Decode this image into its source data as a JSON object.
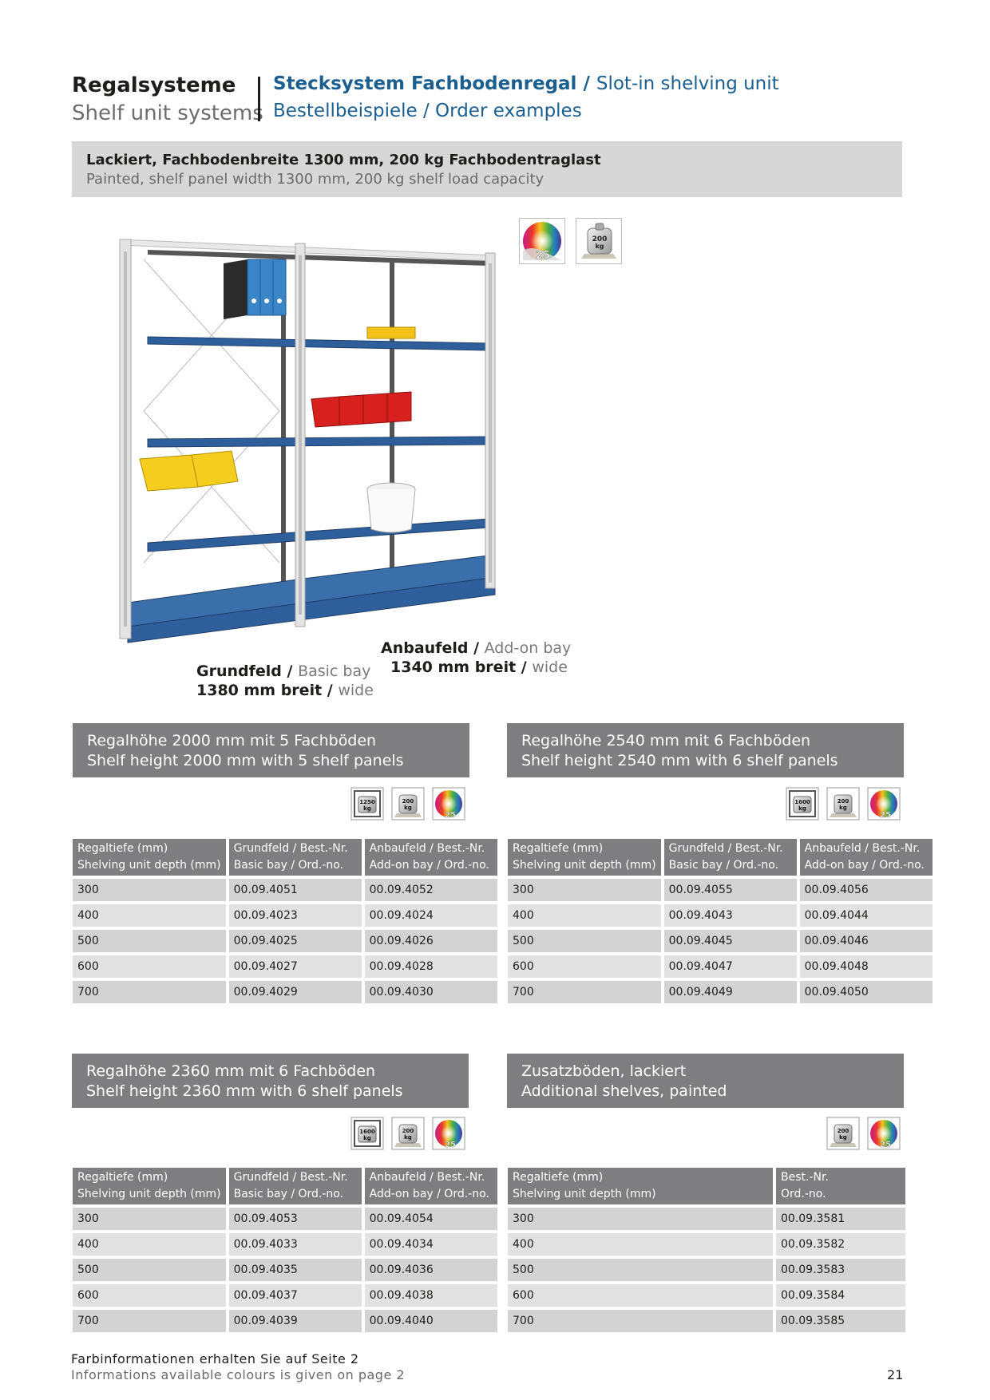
{
  "header": {
    "category_de": "Regalsysteme",
    "category_en": "Shelf unit systems",
    "product_de": "Stecksystem Fachbodenregal",
    "product_sep": " / ",
    "product_en": "Slot-in shelving unit",
    "subtitle": "Bestellbeispiele / Order examples"
  },
  "banner": {
    "line_de": "Lackiert, Fachbodenbreite 1300 mm, 200 kg Fachbodentraglast",
    "line_en": "Painted, shelf panel width 1300 mm, 200 kg shelf load capacity"
  },
  "icons": {
    "colors_number": "25",
    "shelf_load": "200\nkg",
    "bay_load_1": "1250\nkg",
    "bay_load_2": "1600\nkg"
  },
  "captions": {
    "grundfeld_bold": "Grundfeld",
    "grundfeld_light": "Basic bay",
    "grundfeld_width_bold": "1380 mm breit",
    "grundfeld_width_light": "wide",
    "anbaufeld_bold": "Anbaufeld",
    "anbaufeld_light": "Add-on bay",
    "anbaufeld_width_bold": "1340 mm breit",
    "anbaufeld_width_light": "wide",
    "sep": " / "
  },
  "sections": [
    {
      "title_de": "Regalhöhe 2000 mm mit 5 Fachböden",
      "title_en": "Shelf height 2000 mm with 5 shelf panels",
      "headers": [
        {
          "l1": "Regaltiefe (mm)",
          "l2": "Shelving unit depth (mm)"
        },
        {
          "l1": "Grundfeld / Best.-Nr.",
          "l2": "Basic bay / Ord.-no."
        },
        {
          "l1": "Anbaufeld / Best.-Nr.",
          "l2": "Add-on bay / Ord.-no."
        }
      ],
      "rows": [
        [
          "300",
          "00.09.4051",
          "00.09.4052"
        ],
        [
          "400",
          "00.09.4023",
          "00.09.4024"
        ],
        [
          "500",
          "00.09.4025",
          "00.09.4026"
        ],
        [
          "600",
          "00.09.4027",
          "00.09.4028"
        ],
        [
          "700",
          "00.09.4029",
          "00.09.4030"
        ]
      ]
    },
    {
      "title_de": "Regalhöhe 2540 mm mit 6 Fachböden",
      "title_en": "Shelf height 2540 mm with 6 shelf panels",
      "headers": [
        {
          "l1": "Regaltiefe (mm)",
          "l2": "Shelving unit depth (mm)"
        },
        {
          "l1": "Grundfeld / Best.-Nr.",
          "l2": "Basic bay / Ord.-no."
        },
        {
          "l1": "Anbaufeld / Best.-Nr.",
          "l2": "Add-on bay / Ord.-no."
        }
      ],
      "rows": [
        [
          "300",
          "00.09.4055",
          "00.09.4056"
        ],
        [
          "400",
          "00.09.4043",
          "00.09.4044"
        ],
        [
          "500",
          "00.09.4045",
          "00.09.4046"
        ],
        [
          "600",
          "00.09.4047",
          "00.09.4048"
        ],
        [
          "700",
          "00.09.4049",
          "00.09.4050"
        ]
      ]
    },
    {
      "title_de": "Regalhöhe 2360 mm mit 6 Fachböden",
      "title_en": "Shelf height 2360 mm with 6 shelf panels",
      "headers": [
        {
          "l1": "Regaltiefe (mm)",
          "l2": "Shelving unit depth (mm)"
        },
        {
          "l1": "Grundfeld / Best.-Nr.",
          "l2": "Basic bay / Ord.-no."
        },
        {
          "l1": "Anbaufeld / Best.-Nr.",
          "l2": "Add-on bay / Ord.-no."
        }
      ],
      "rows": [
        [
          "300",
          "00.09.4053",
          "00.09.4054"
        ],
        [
          "400",
          "00.09.4033",
          "00.09.4034"
        ],
        [
          "500",
          "00.09.4035",
          "00.09.4036"
        ],
        [
          "600",
          "00.09.4037",
          "00.09.4038"
        ],
        [
          "700",
          "00.09.4039",
          "00.09.4040"
        ]
      ]
    },
    {
      "title_de": "Zusatzböden, lackiert",
      "title_en": "Additional shelves, painted",
      "headers": [
        {
          "l1": "Regaltiefe (mm)",
          "l2": "Shelving unit depth (mm)"
        },
        {
          "l1": "Best.-Nr.",
          "l2": "Ord.-no."
        }
      ],
      "rows": [
        [
          "300",
          "00.09.3581"
        ],
        [
          "400",
          "00.09.3582"
        ],
        [
          "500",
          "00.09.3583"
        ],
        [
          "600",
          "00.09.3584"
        ],
        [
          "700",
          "00.09.3585"
        ]
      ]
    }
  ],
  "footer": {
    "line_de": "Farbinformationen erhalten Sie auf Seite 2",
    "line_en": "Informations available colours is given on page 2",
    "page_number": "21"
  },
  "colors": {
    "title_blue": "#1a5f8f",
    "header_gray": "#7e7e80",
    "banner_gray": "#d7d7d7",
    "shelf_blue": "#2f5f9a"
  }
}
